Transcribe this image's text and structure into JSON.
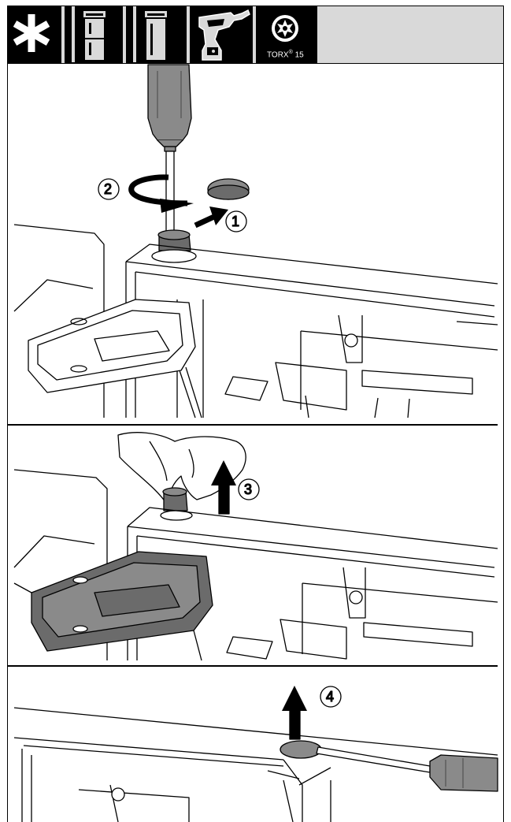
{
  "header": {
    "icons": [
      {
        "name": "asterisk-icon"
      },
      {
        "name": "fridge-freezer-icon"
      },
      {
        "name": "fridge-icon"
      },
      {
        "name": "cordless-drill-icon"
      },
      {
        "name": "torx-bit-icon"
      }
    ],
    "torx_label": "TORX",
    "torx_reg": "®",
    "torx_size": "15"
  },
  "steps": {
    "s1": "1",
    "s2": "2",
    "s3": "3",
    "s4": "4"
  },
  "colors": {
    "header_bg": "#000000",
    "header_blank": "#d9d9d9",
    "hinge_dark": "#6b6b6b",
    "line": "#000000"
  }
}
